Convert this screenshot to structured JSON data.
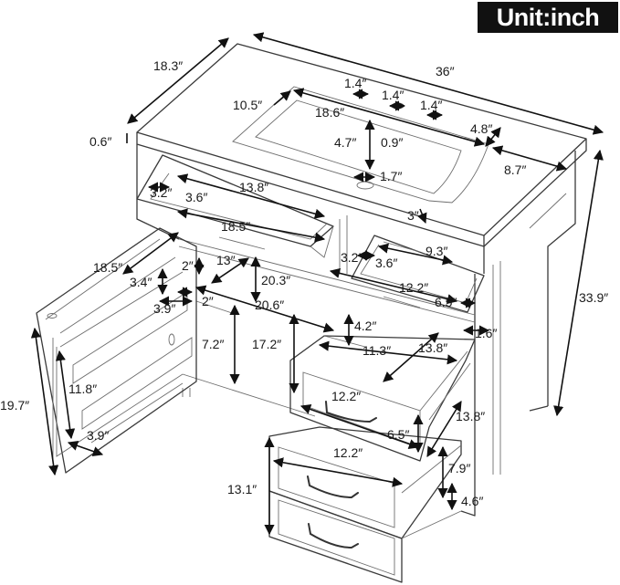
{
  "unit_label": "Unit:inch",
  "dimensions": {
    "width_36": "36″",
    "depth_18_3": "18.3″",
    "top_thickness_0_6": "0.6″",
    "height_33_9": "33.9″",
    "sink_10_5": "10.5″",
    "sink_18_6": "18.6″",
    "faucet_1_4_a": "1.4″",
    "faucet_1_4_b": "1.4″",
    "faucet_1_4_c": "1.4″",
    "top_4_8": "4.8″",
    "top_8_7": "8.7″",
    "bowl_4_7": "4.7″",
    "hole_0_9": "0.9″",
    "drain_1_7": "1.7″",
    "tray_3_2_left": "3.2″",
    "tray_3_6_left": "3.6″",
    "tray_13_8_left": "13.8″",
    "cab_18_5_inner": "18.5″",
    "front_3": "3″",
    "right_9_3": "9.3″",
    "tray_3_2_right": "3.2″",
    "tray_3_6_right": "3.6″",
    "right_12_2": "12.2″",
    "right_6_5": "6.5″",
    "door_18_5": "18.5″",
    "gap_2_a": "2″",
    "gap_13": "13″",
    "depth_20_3": "20.3″",
    "shelf_3_4": "3.4″",
    "gap_2_b": "2″",
    "shelf_3_9": "3.9″",
    "depth_20_6": "20.6″",
    "drawer_4_2": "4.2″",
    "side_1_6": "1.6″",
    "cab_7_2": "7.2″",
    "cab_17_2": "17.2″",
    "drawer_11_3": "11.3″",
    "drawer_13_8_a": "13.8″",
    "door_11_8": "11.8″",
    "door_19_7": "19.7″",
    "door_3_9": "3.9″",
    "drawer_12_2_a": "12.2″",
    "drawer_6_5": "6.5″",
    "drawer_13_8_b": "13.8″",
    "drawer_12_2_b": "12.2″",
    "drawer_7_9": "7.9″",
    "drawer_13_1": "13.1″",
    "drawer_4_6": "4.6″"
  }
}
